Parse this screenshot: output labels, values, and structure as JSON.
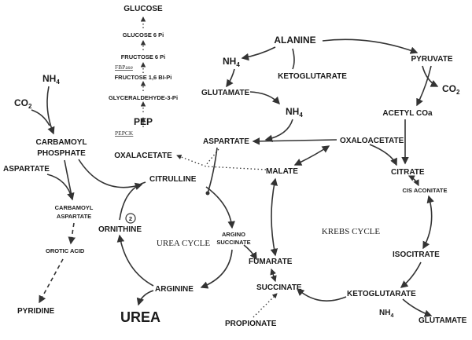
{
  "nodes": {
    "glucose": "GLUCOSE",
    "g6p": "GLUCOSE 6 Pi",
    "f6p": "FRUCTOSE 6 Pi",
    "fbpase": "FBPase",
    "f16bp": "FRUCTOSE 1,6 BI-Pi",
    "g3p": "GLYCERALDEHYDE-3-Pi",
    "pep": "PEP",
    "pepck": "PEPCK",
    "oxalacetate": "OXALACETATE",
    "alanine": "ALANINE",
    "nh4_a": "NH",
    "nh4_a_sub": "4",
    "ketoglutarate_top": "KETOGLUTARATE",
    "pyruvate": "PYRUVATE",
    "co2_right": "CO",
    "co2_right_sub": "2",
    "glutamate_top": "GLUTAMATE",
    "nh4_b": "NH",
    "nh4_b_sub": "4",
    "acetyl_coa": "ACETYL COa",
    "nh4_left": "NH",
    "nh4_left_sub": "4",
    "co2_left": "CO",
    "co2_left_sub": "2",
    "carbamoyl_phosphate_1": "CARBAMOYL",
    "carbamoyl_phosphate_2": "PHOSPHATE",
    "aspartate_left": "ASPARTATE",
    "carbamoyl_aspartate_1": "CARBAMOYL",
    "carbamoyl_aspartate_2": "ASPARTATE",
    "orotic_acid": "OROTIC ACID",
    "pyridine": "PYRIDINE",
    "aspartate_mid": "ASPARTATE",
    "oxaloacetate": "OXALOACETATE",
    "malate": "MALATE",
    "citrate": "CITRATE",
    "cis_aconitate": "CIS ACONITATE",
    "citrulline": "CITRULLINE",
    "ornithine": "ORNITHINE",
    "ornithine_num": "2",
    "argino_1": "ARGINO",
    "argino_2": "SUCCINATE",
    "urea_cycle": "UREA CYCLE",
    "arginine": "ARGININE",
    "urea": "UREA",
    "fumarate": "FUMARATE",
    "krebs_cycle": "KREBS CYCLE",
    "isocitrate": "ISOCITRATE",
    "succinate": "SUCCINATE",
    "ketoglutarate_bottom": "KETOGLUTARATE",
    "nh4_c": "NH",
    "nh4_c_sub": "4",
    "glutamate_bottom": "GLUTAMATE",
    "propionate": "PROPIONATE"
  }
}
